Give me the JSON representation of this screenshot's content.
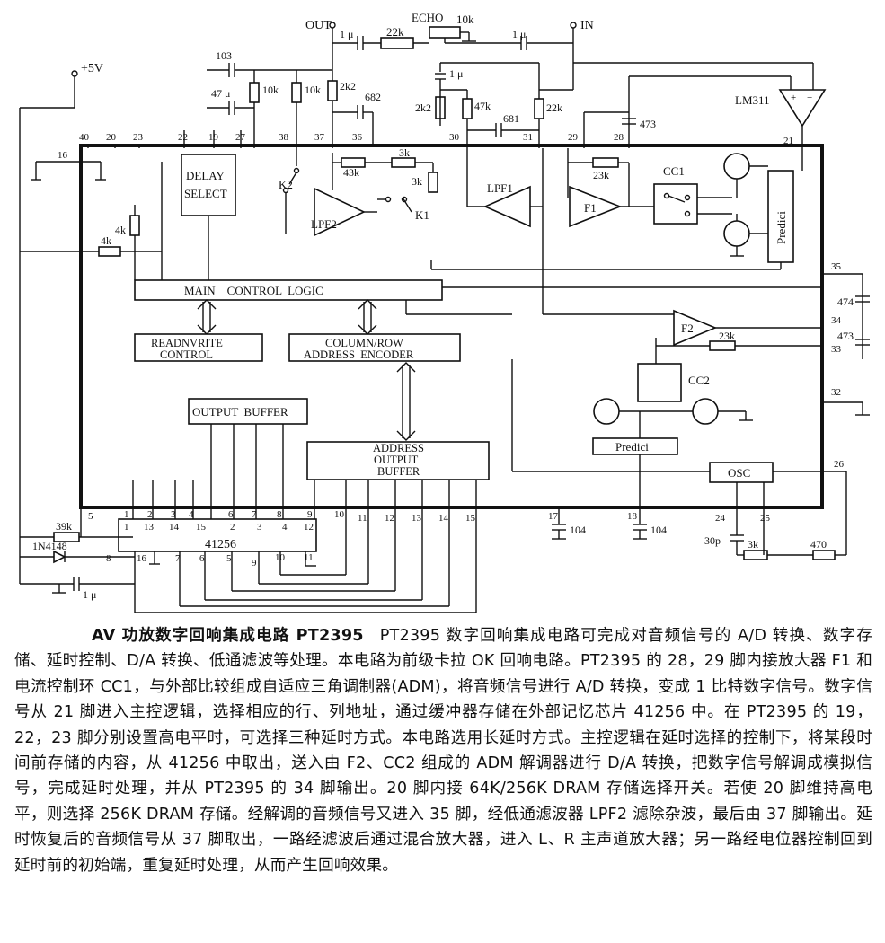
{
  "title": "AV 功放数字回响集成电路 PT2395",
  "description": "PT2395 数字回响集成电路可完成对音频信号的 A/D 转换、数字存储、延时控制、D/A 转换、低通滤波等处理。本电路为前级卡拉 OK 回响电路。PT2395 的 28，29 脚内接放大器 F1 和电流控制环 CC1，与外部比较组成自适应三角调制器(ADM)，将音频信号进行 A/D 转换，变成 1 比特数字信号。数字信号从 21 脚进入主控逻辑，选择相应的行、列地址，通过缓冲器存储在外部记忆芯片 41256 中。在 PT2395 的 19，22，23 脚分别设置高电平时，可选择三种延时方式。本电路选用长延时方式。主控逻辑在延时选择的控制下，将某段时间前存储的内容，从 41256 中取出，送入由 F2、CC2 组成的 ADM 解调器进行 D/A 转换，把数字信号解调成模拟信号，完成延时处理，并从 PT2395 的 34 脚输出。20 脚内接 64K/256K DRAM 存储选择开关。若使 20 脚维持高电平，则选择 256K DRAM 存储。经解调的音频信号又进入 35 脚，经低通滤波器 LPF2 滤除杂波，最后由 37 脚输出。延时恢复后的音频信号从 37 脚取出，一路经滤波后通过混合放大器，进入 L、R 主声道放大器；另一路经电位器控制回到延时前的初始端，重复延时处理，从而产生回响效果。",
  "top_labels": {
    "out": "OUT",
    "in": "IN",
    "echo": "ECHO",
    "echo_pot": "10k",
    "r22k": "22k",
    "c1u_a": "1 μ",
    "c1u_b": "1 μ",
    "c1u_c": "1 μ",
    "vcc": "+5V",
    "c103": "103",
    "c47u": "47 μ",
    "r10k_a": "10k",
    "r10k_b": "10k",
    "r2k2_a": "2k2",
    "c682": "682",
    "r2k2_b": "2k2",
    "r47k": "47k",
    "c681": "681",
    "r22k_b": "22k",
    "c473_a": "473",
    "lm311": "LM311"
  },
  "blocks": {
    "delay_select": [
      "DELAY",
      "SELECT"
    ],
    "lpf2": "LPF2",
    "lpf1": "LPF1",
    "f1": "F1",
    "cc1": "CC1",
    "predici_a": "Predici",
    "predici_b": "Predici",
    "main_control": "MAIN    CONTROL  LOGIC",
    "rw_control": [
      "READNVRITE",
      "CONTROL"
    ],
    "col_row": [
      "COLUMN/ROW",
      "ADDRESS  ENCODER"
    ],
    "output_buffer": "OUTPUT  BUFFER",
    "addr_buffer": [
      "ADDRESS",
      "OUTPUT",
      "BUFFER"
    ],
    "f2": "F2",
    "cc2": "CC2",
    "osc": "OSC",
    "dram": "41256",
    "k1": "K1",
    "k2": "K2"
  },
  "components": {
    "r3k_a": "3k",
    "r43k": "43k",
    "r3k_b": "3k",
    "r23k_a": "23k",
    "r4k_a": "4k",
    "r4k_b": "4k",
    "r23k_b": "23k",
    "c474": "474",
    "c473_b": "473",
    "r39k": "39k",
    "d1n4148": "1N4148",
    "c1u_d": "1 μ",
    "c104_a": "104",
    "c104_b": "104",
    "c30p": "30p",
    "r3k_c": "3k",
    "r470": "470"
  },
  "pins": {
    "top": [
      "40",
      "20",
      "23",
      "22",
      "19",
      "27",
      "38",
      "37",
      "36",
      "30",
      "31",
      "29",
      "28",
      "21"
    ],
    "left": [
      "16",
      "5"
    ],
    "right": [
      "35",
      "34",
      "33",
      "32",
      "26"
    ],
    "bottom": [
      "1",
      "2",
      "3",
      "4",
      "6",
      "7",
      "8",
      "9",
      "10",
      "11",
      "12",
      "13",
      "14",
      "15",
      "17",
      "18",
      "24",
      "25"
    ],
    "dram_top": [
      "1",
      "13",
      "14",
      "15",
      "2",
      "3",
      "4",
      "12"
    ],
    "dram_bottom": [
      "8",
      "16",
      "7",
      "6",
      "5",
      "9",
      "10",
      "11"
    ]
  }
}
